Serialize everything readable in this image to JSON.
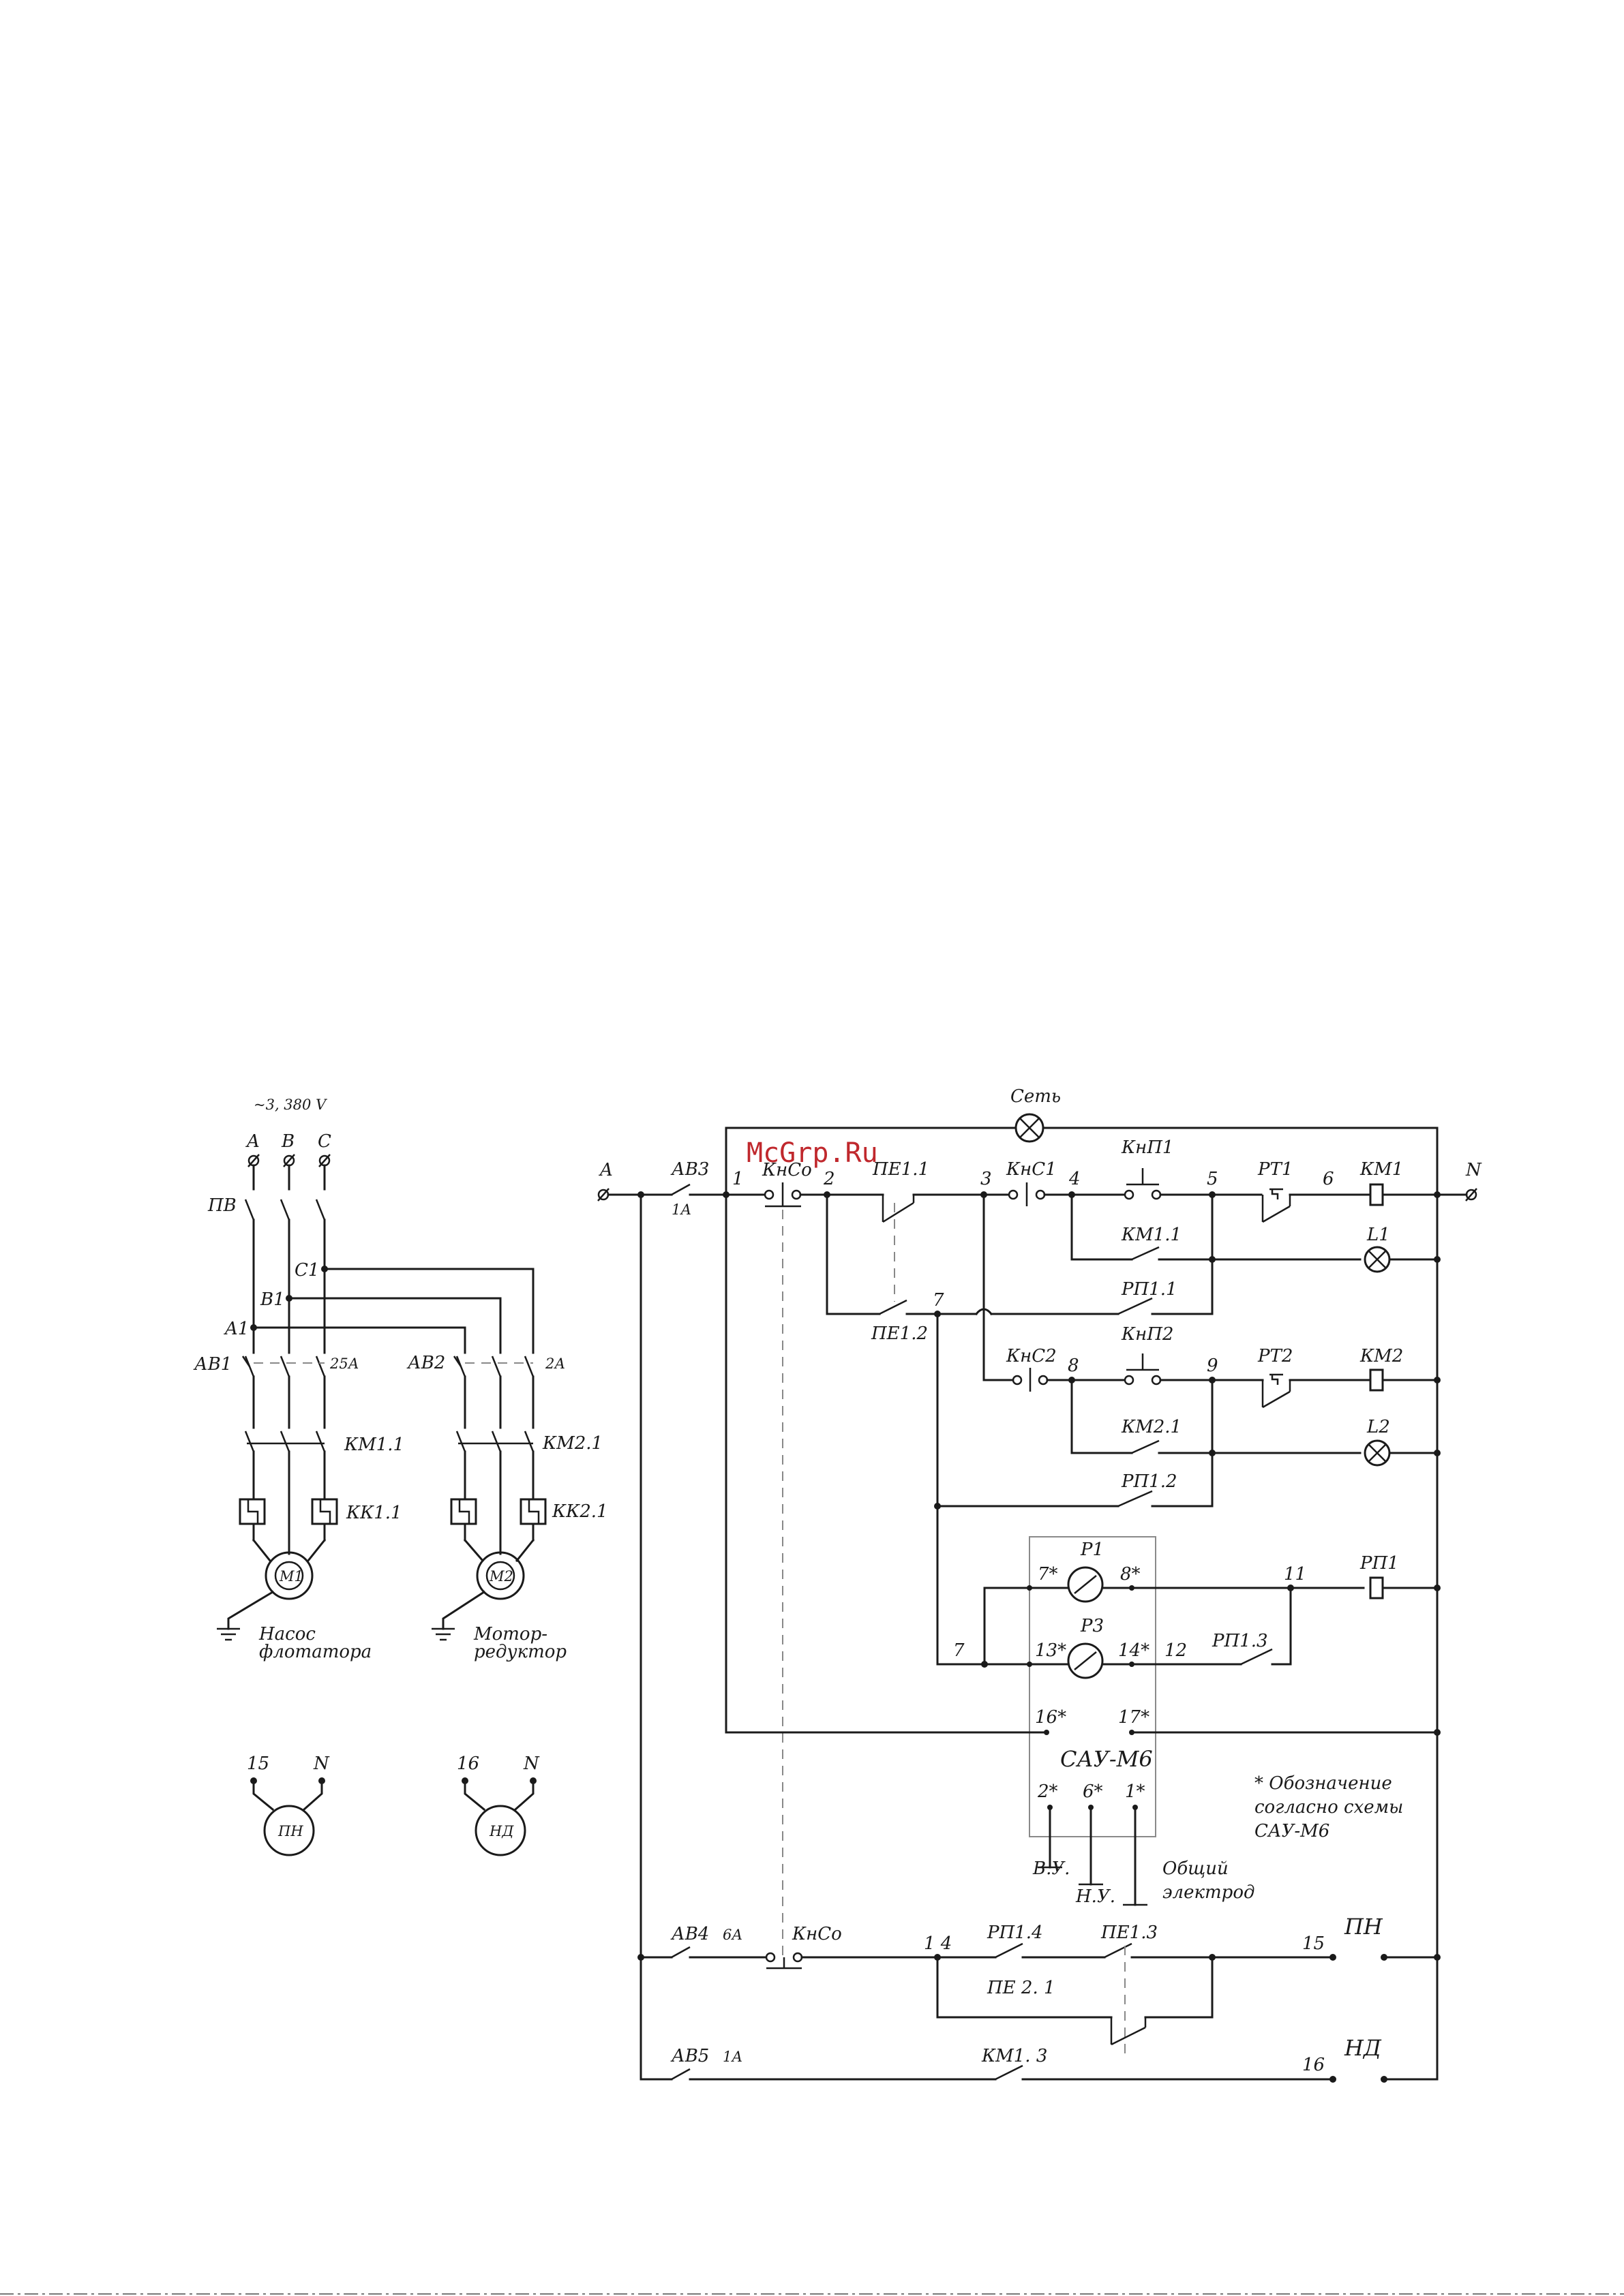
{
  "watermark": "McGrp.Ru",
  "power": {
    "supply": "~3, 380 V",
    "phases": [
      "A",
      "B",
      "C"
    ],
    "switch": "ПВ",
    "taps": [
      "C1",
      "B1",
      "A1"
    ],
    "breaker1": "АВ1",
    "breaker1_rating": "25А",
    "breaker2": "АВ2",
    "breaker2_rating": "2А",
    "contact1": "КМ1.1",
    "contact2": "КМ2.1",
    "overload1": "КК1.1",
    "overload2": "КК2.1",
    "motor1": "М1",
    "motor2": "М2",
    "motor1_caption": [
      "Насос",
      "флотатора"
    ],
    "motor2_caption": [
      "Мотор-",
      "редуктор"
    ]
  },
  "terminals": {
    "pn": {
      "a": "15",
      "b": "N",
      "name": "ПН"
    },
    "nd": {
      "a": "16",
      "b": "N",
      "name": "НД"
    }
  },
  "control": {
    "phase": "A",
    "neutral": "N",
    "mains_lamp": "Сеть",
    "breaker3": "АВ3",
    "breaker3_rating": "1А",
    "stop": "КнСо",
    "kns1": "КнС1",
    "kns2": "КнС2",
    "knp1": "КнП1",
    "knp2": "КнП2",
    "pe11": "ПЕ1.1",
    "pe12": "ПЕ1.2",
    "rt1": "РТ1",
    "rt2": "РТ2",
    "km1": "КМ1",
    "km2": "КМ2",
    "km11": "КМ1.1",
    "km21": "КМ2.1",
    "l1": "L1",
    "l2": "L2",
    "rp11": "РП1.1",
    "rp12": "РП1.2",
    "rp13": "РП1.3",
    "rp1": "РП1",
    "p1": "Р1",
    "p3": "Р3",
    "nodes": {
      "n1": "1",
      "n2": "2",
      "n3": "3",
      "n4": "4",
      "n5": "5",
      "n6": "6",
      "n7": "7",
      "n7b": "7",
      "n8": "8",
      "n9": "9",
      "n11": "11",
      "n12": "12",
      "n14": "1 4",
      "n15": "15",
      "n16": "16"
    },
    "pins": {
      "p7": "7*",
      "p8": "8*",
      "p13": "13*",
      "p14": "14*",
      "p16": "16*",
      "p17": "17*",
      "p2": "2*",
      "p6": "6*",
      "p1": "1*"
    },
    "controller": "САУ-М6",
    "electrodes": {
      "vu": "В.У.",
      "nu": "Н.У.",
      "common": [
        "Общий",
        "электрод"
      ]
    },
    "note": [
      "* Обозначение",
      "согласно схемы",
      "САУ-М6"
    ],
    "breaker4": "АВ4",
    "breaker4_rating": "6А",
    "breaker5": "АВ5",
    "breaker5_rating": "1А",
    "rp14": "РП1.4",
    "pe13": "ПЕ1.3",
    "pe21": "ПЕ 2. 1",
    "km13": "КМ1. 3",
    "load_pn": "ПН",
    "load_nd": "НД"
  }
}
